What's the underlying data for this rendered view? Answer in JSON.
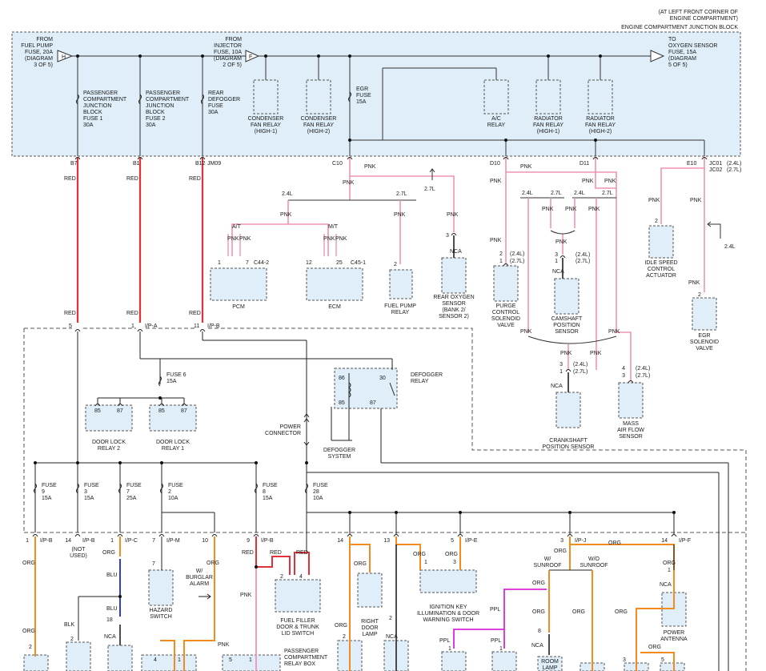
{
  "colors": {
    "box_fill": "#dfeef8",
    "box_stroke": "#555555",
    "wire_red": "#e2313b",
    "wire_pink": "#f093b4",
    "wire_orange": "#f28c21",
    "wire_blue": "#2f3fd6",
    "wire_purple": "#d62ad6",
    "wire_black": "#222222"
  },
  "header": {
    "location_line1": "(AT LEFT FRONT CORNER OF",
    "location_line2": "ENGINE COMPARTMENT)",
    "junction_block": "ENGINE COMPARTMENT JUNCTION BLOCK"
  },
  "top_labels": [
    {
      "id": "from-fuel-pump",
      "lines": [
        "FROM",
        "FUEL PUMP",
        "FUSE, 20A",
        "(DIAGRAM",
        "3 OF 5)"
      ]
    },
    {
      "id": "from-injector",
      "lines": [
        "FROM",
        "INJECTOR",
        "FUSE, 10A",
        "(DIAGRAM",
        "2 OF 5)"
      ]
    },
    {
      "id": "to-oxygen",
      "lines": [
        "TO",
        "OXYGEN SENSOR",
        "FUSE, 15A",
        "(DIAGRAM",
        "5 OF 5)"
      ]
    }
  ],
  "connector_letters": {
    "h1": "H",
    "f": "F"
  },
  "fuses_top": [
    {
      "id": "pcjb-fuse1",
      "lines": [
        "PASSENGER",
        "COMPARTMENT",
        "JUNCTION",
        "BLOCK",
        "FUSE 1",
        "30A"
      ]
    },
    {
      "id": "pcjb-fuse2",
      "lines": [
        "PASSENGER",
        "COMPARTMENT",
        "JUNCTION",
        "BLOCK",
        "FUSE 2",
        "30A"
      ]
    },
    {
      "id": "rear-defogger-fuse",
      "lines": [
        "REAR",
        "DEFOGGER",
        "FUSE",
        "30A"
      ]
    },
    {
      "id": "egr-fuse",
      "lines": [
        "EGR",
        "FUSE",
        "15A"
      ]
    }
  ],
  "relays_top": [
    {
      "id": "condenser-high1",
      "lines": [
        "CONDENSER",
        "FAN RELAY",
        "(HIGH-1)"
      ]
    },
    {
      "id": "condenser-high2",
      "lines": [
        "CONDENSER",
        "FAN RELAY",
        "(HIGH-2)"
      ]
    },
    {
      "id": "ac-relay",
      "lines": [
        "A/C",
        "RELAY"
      ]
    },
    {
      "id": "radiator-high1",
      "lines": [
        "RADIATOR",
        "FAN RELAY",
        "(HIGH-1)"
      ]
    },
    {
      "id": "radiator-high2",
      "lines": [
        "RADIATOR",
        "FAN RELAY",
        "(HIGH-2)"
      ]
    }
  ],
  "pins_top": {
    "b7": "B7",
    "b1": "B1",
    "b12": "B12",
    "jm09": "JM09",
    "c10": "C10",
    "d10": "D10",
    "d11": "D11",
    "e10": "E10",
    "jc01": "JC01",
    "jc02": "JC02"
  },
  "variants": {
    "v24": "(2.4L)",
    "v27": "(2.7L)",
    "l24": "2.4L",
    "l27": "2.7L",
    "at": "A/T",
    "mt": "M/T"
  },
  "wire_colors": {
    "red": "RED",
    "pnk": "PNK",
    "nca": "NCA",
    "org": "ORG",
    "blu": "BLU",
    "blk": "BLK",
    "ppl": "PPL"
  },
  "pin_numbers": {
    "p1": "1",
    "p2": "2",
    "p3": "3",
    "p4": "4",
    "p5": "5",
    "p7": "7",
    "p8": "8",
    "p9": "9",
    "p10": "10",
    "p11": "11",
    "p12": "12",
    "p13": "13",
    "p14": "14",
    "p18": "18",
    "p25": "25",
    "p30": "30",
    "p85": "85",
    "p86": "86",
    "p87": "87"
  },
  "connectors": {
    "c442": "C44-2",
    "c451": "C45-1",
    "ipa": "I/P-A",
    "ipb": "I/P-B",
    "ipc": "I/P-C",
    "ipm": "I/P-M",
    "ipe": "I/P-E",
    "ipj": "I/P-J",
    "ipf": "I/P-F"
  },
  "components_mid": {
    "pcm": "PCM",
    "ecm": "ECM",
    "fuel_pump_relay": [
      "FUEL PUMP",
      "RELAY"
    ],
    "rear_o2": [
      "REAR OXYGEN",
      "SENSOR",
      "(BANK 2/",
      "SENSOR 2)"
    ],
    "purge": [
      "PURGE",
      "CONTROL",
      "SOLENOID",
      "VALVE"
    ],
    "cam": [
      "CAMSHAFT",
      "POSITION",
      "SENSOR"
    ],
    "crank": [
      "CRANKSHAFT",
      "POSITION SENSOR"
    ],
    "maf": [
      "MASS",
      "AIR FLOW",
      "SENSOR"
    ],
    "idle": [
      "IDLE SPEED",
      "CONTROL",
      "ACTUATOR"
    ],
    "egr_valve": [
      "EGR",
      "SOLENOID",
      "VALVE"
    ],
    "fuse6": [
      "FUSE 6",
      "15A"
    ],
    "door_lock_2": [
      "DOOR LOCK",
      "RELAY 2"
    ],
    "door_lock_1": [
      "DOOR LOCK",
      "RELAY 1"
    ],
    "defogger_relay": [
      "DEFOGGER",
      "RELAY"
    ],
    "defogger_system": [
      "DEFOGGER",
      "SYSTEM"
    ],
    "power_connector": [
      "POWER",
      "CONNECTOR"
    ]
  },
  "fuses_ip": [
    {
      "id": "fuse9",
      "lines": [
        "FUSE",
        "9",
        "15A"
      ]
    },
    {
      "id": "fuse3",
      "lines": [
        "FUSE",
        "3",
        "15A"
      ]
    },
    {
      "id": "fuse7",
      "lines": [
        "FUSE",
        "7",
        "25A"
      ]
    },
    {
      "id": "fuse2",
      "lines": [
        "FUSE",
        "2",
        "10A"
      ]
    },
    {
      "id": "fuse8",
      "lines": [
        "FUSE",
        "8",
        "15A"
      ]
    },
    {
      "id": "fuse28",
      "lines": [
        "FUSE",
        "28",
        "10A"
      ]
    }
  ],
  "components_bottom": {
    "not_used": [
      "(NOT",
      "USED)"
    ],
    "hazard": [
      "HAZARD",
      "SWITCH"
    ],
    "burglar": [
      "W/",
      "BURGLAR",
      "ALARM"
    ],
    "fuel_filler": [
      "FUEL FILLER",
      "DOOR & TRUNK",
      "LID SWITCH"
    ],
    "pcrb": [
      "PASSENGER",
      "COMPARTMENT",
      "RELAY BOX"
    ],
    "right_door_lamp": [
      "RIGHT",
      "DOOR",
      "LAMP"
    ],
    "ignition_key": [
      "IGNITION KEY",
      "ILLUMINATION & DOOR",
      "WARNING SWITCH"
    ],
    "w_sunroof": [
      "W/",
      "SUNROOF"
    ],
    "wo_sunroof": [
      "W/O",
      "SUNROOF"
    ],
    "power_antenna": [
      "POWER",
      "ANTENNA"
    ],
    "room_lamp": [
      "ROOM",
      "LAMP"
    ]
  }
}
